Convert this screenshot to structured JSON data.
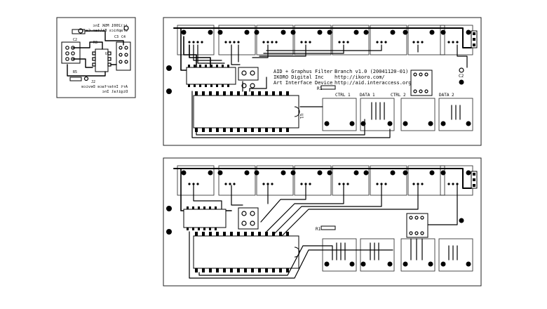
{
  "small_board": {
    "labels_mirrored": [
      "(c)2001 MSK Inc",
      "Graphics Filter Card",
      "Art Interface Device",
      "Digital Inc"
    ],
    "refs": [
      "C2",
      "C3",
      "C4",
      "R3",
      "U1",
      "J2",
      "R5"
    ]
  },
  "top_board": {
    "title_line1": "AID + Graphus Filter",
    "title_line2": "IKORO Digital Inc",
    "title_line3": "Art Interface Device",
    "branch": "Branch v1.0 (20041120-01)",
    "url1": "http://ikoro.com/",
    "url2": "http://aid.interaccess.org",
    "ref_r1": "R1",
    "ref_c2": "C2",
    "ref_u1": "U1",
    "ports": [
      "CTRL 1",
      "DATA 1",
      "CTRL 2",
      "DATA 2"
    ]
  },
  "bottom_board": {
    "ref_r1": "R1"
  }
}
